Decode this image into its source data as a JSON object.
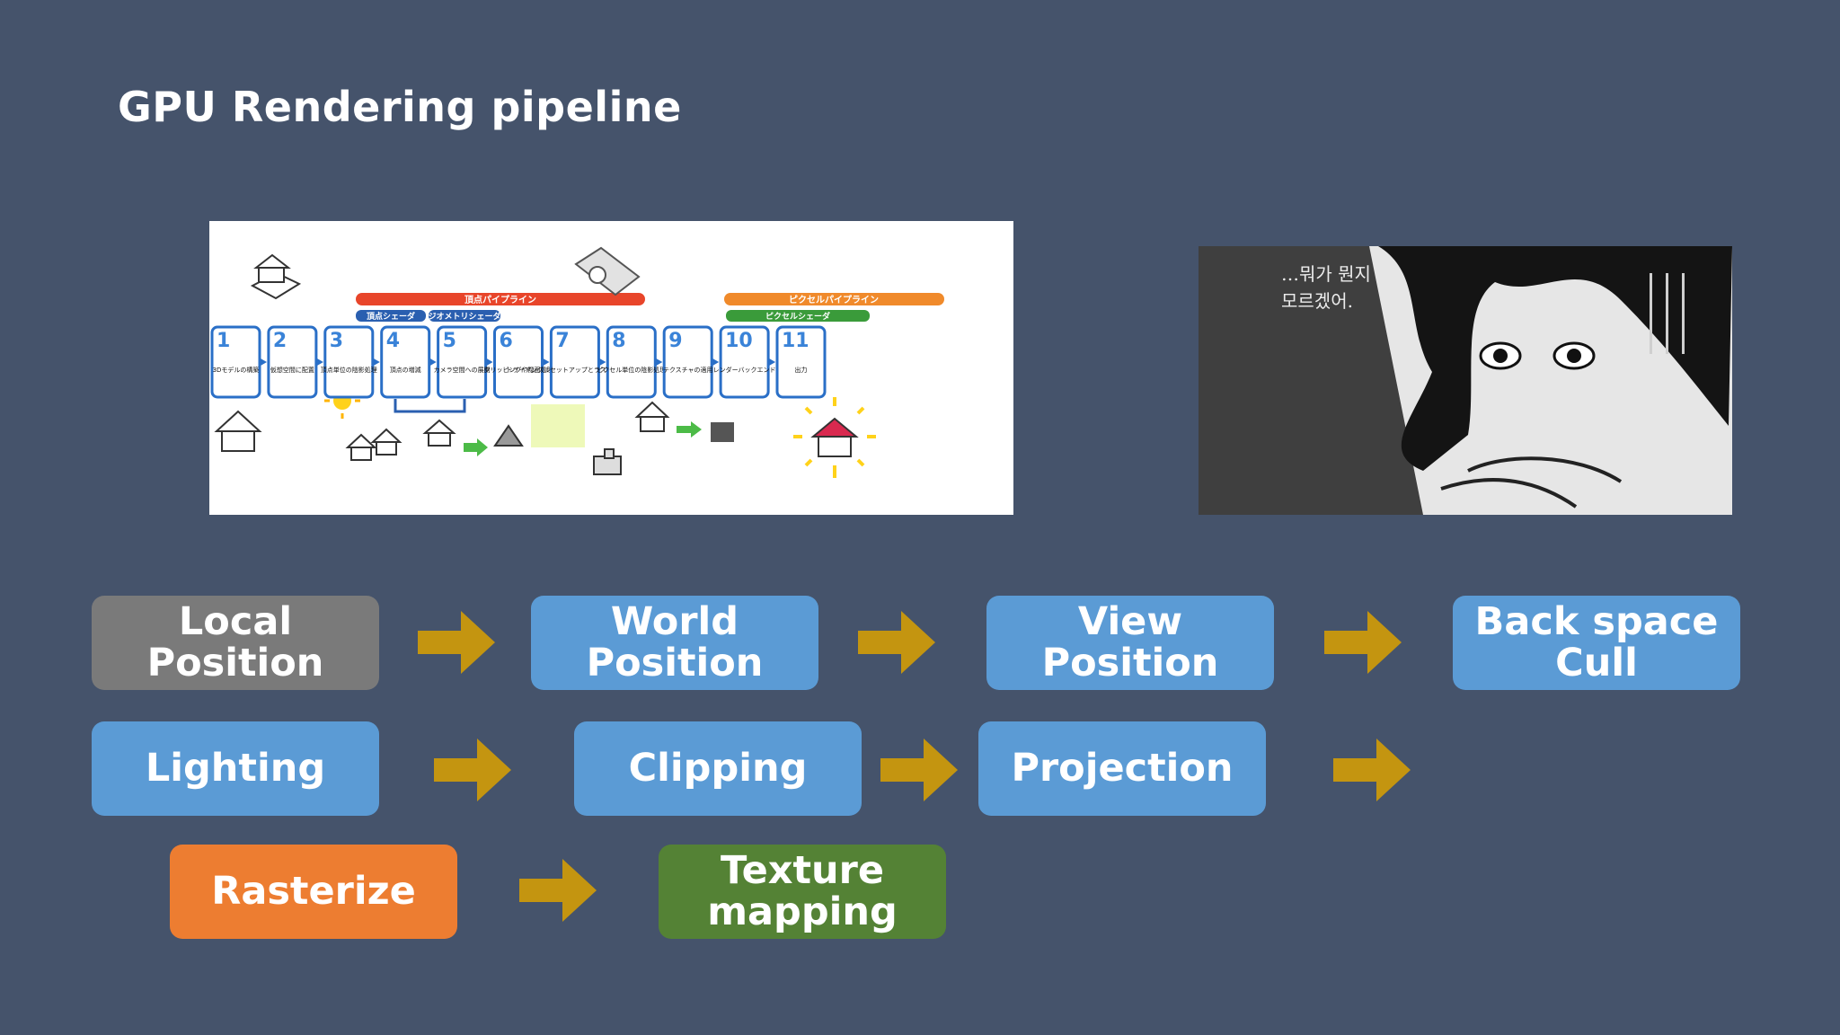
{
  "slide": {
    "title": "GPU Rendering pipeline"
  },
  "colors": {
    "background": "#45536b",
    "box_gray": "#7a7a7a",
    "box_blue": "#5b9bd5",
    "box_orange": "#ed7d31",
    "box_green": "#548235",
    "arrow": "#c49510"
  },
  "pipeline_image": {
    "pipeline_labels": [
      "頂点パイプライン",
      "ピクセルパイプライン"
    ],
    "shader_labels": [
      "頂点シェーダ",
      "ジオメトリシェーダ",
      "ピクセルシェーダ"
    ],
    "stages": [
      {
        "num": "1",
        "label": "3Dモデルの構築"
      },
      {
        "num": "2",
        "label": "仮想空間に配置"
      },
      {
        "num": "3",
        "label": "頂点単位の陰影処理"
      },
      {
        "num": "4",
        "label": "頂点の増減"
      },
      {
        "num": "5",
        "label": "カメラ空間への展開"
      },
      {
        "num": "6",
        "label": "クリッピングや隠面処理"
      },
      {
        "num": "7",
        "label": "トライアングルセットアップとラスタライズ処理"
      },
      {
        "num": "8",
        "label": "ピクセル単位の陰影処理"
      },
      {
        "num": "9",
        "label": "テクスチャの適用"
      },
      {
        "num": "10",
        "label": "レンダーバックエンド"
      },
      {
        "num": "11",
        "label": "出力"
      }
    ]
  },
  "manga_image": {
    "speech_line1": "…뭐가 뭔지",
    "speech_line2": "모르겠어."
  },
  "flow": {
    "local_position": "Local Position",
    "world_position": "World Position",
    "view_position": "View Position",
    "back_space_cull": "Back space Cull",
    "lighting": "Lighting",
    "clipping": "Clipping",
    "projection": "Projection",
    "rasterize": "Rasterize",
    "texture_mapping": "Texture mapping"
  }
}
